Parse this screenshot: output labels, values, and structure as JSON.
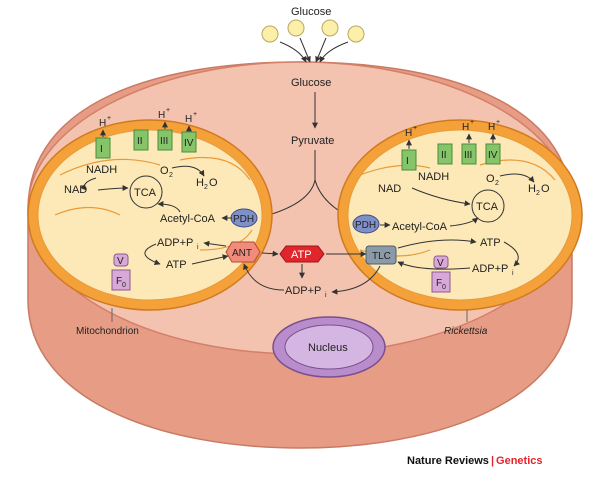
{
  "labels": {
    "glucose_top": "Glucose",
    "glucose": "Glucose",
    "pyruvate": "Pyruvate",
    "nucleus": "Nucleus",
    "mitochondrion": "Mitochondrion",
    "rickettsia": "Rickettsia",
    "atp_center": "ATP",
    "adp_pi_center": "ADP+P",
    "ant": "ANT",
    "tlc": "TLC",
    "pdh_left": "PDH",
    "pdh_right": "PDH"
  },
  "mito": {
    "nadh": "NADH",
    "nad": "NAD",
    "tca": "TCA",
    "o2": "O",
    "h2o": "H",
    "h2o_tail": "O",
    "acetyl": "Acetyl-CoA",
    "adp_pi": "ADP+P",
    "atp": "ATP",
    "v": "V",
    "f0": "F",
    "hplus": "H",
    "complexes": [
      "I",
      "II",
      "III",
      "IV"
    ]
  },
  "ricket": {
    "nadh": "NADH",
    "nad": "NAD",
    "tca": "TCA",
    "o2": "O",
    "h2o": "H",
    "h2o_tail": "O",
    "acetyl": "Acetyl-CoA",
    "adp_pi": "ADP+P",
    "atp": "ATP",
    "v": "V",
    "f0": "F",
    "hplus": "H",
    "complexes": [
      "I",
      "II",
      "III",
      "IV"
    ]
  },
  "sub": {
    "two": "2",
    "i": "i",
    "zero": "0",
    "plus": "+"
  },
  "brand": {
    "journal": "Nature Reviews",
    "separator": "|",
    "section": "Genetics"
  },
  "colors": {
    "cell_fill": "#f0b8a4",
    "cell_edge": "#d48068",
    "organelle_outer": "#f4a13a",
    "organelle_inner": "#fde9b8",
    "complex_green": "#86c46a",
    "pdh_blue": "#7f8fc7",
    "atp_red": "#e0262b",
    "tlc_gray": "#8a9aa8",
    "nucleus_fill": "#c4a1d6",
    "vf0_pink": "#d7a8d8",
    "glucose_dot": "#fbefa9",
    "accent": "#e0262b"
  }
}
